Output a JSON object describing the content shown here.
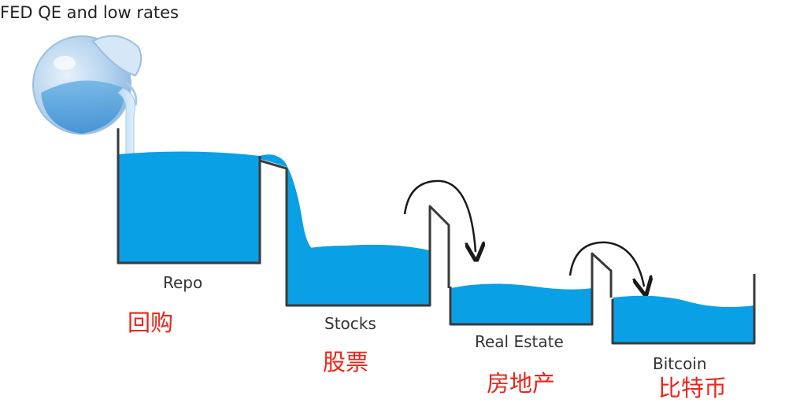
{
  "title": "FED QE and low rates",
  "colors": {
    "water": "#0aa0e6",
    "water_light": "#7cc4ec",
    "tank_stroke": "#3a3a3a",
    "text": "#333333",
    "chinese_text": "#e8261b",
    "jug": "#b9d6f0"
  },
  "icons": {
    "jug": "pitcher-icon",
    "arrow": "curved-arrow-icon"
  },
  "tanks": [
    {
      "label": "Repo",
      "chinese": "回购"
    },
    {
      "label": "Stocks",
      "chinese": "股票"
    },
    {
      "label": "Real Estate",
      "chinese": "房地产"
    },
    {
      "label": "Bitcoin",
      "chinese": "比特币"
    }
  ]
}
